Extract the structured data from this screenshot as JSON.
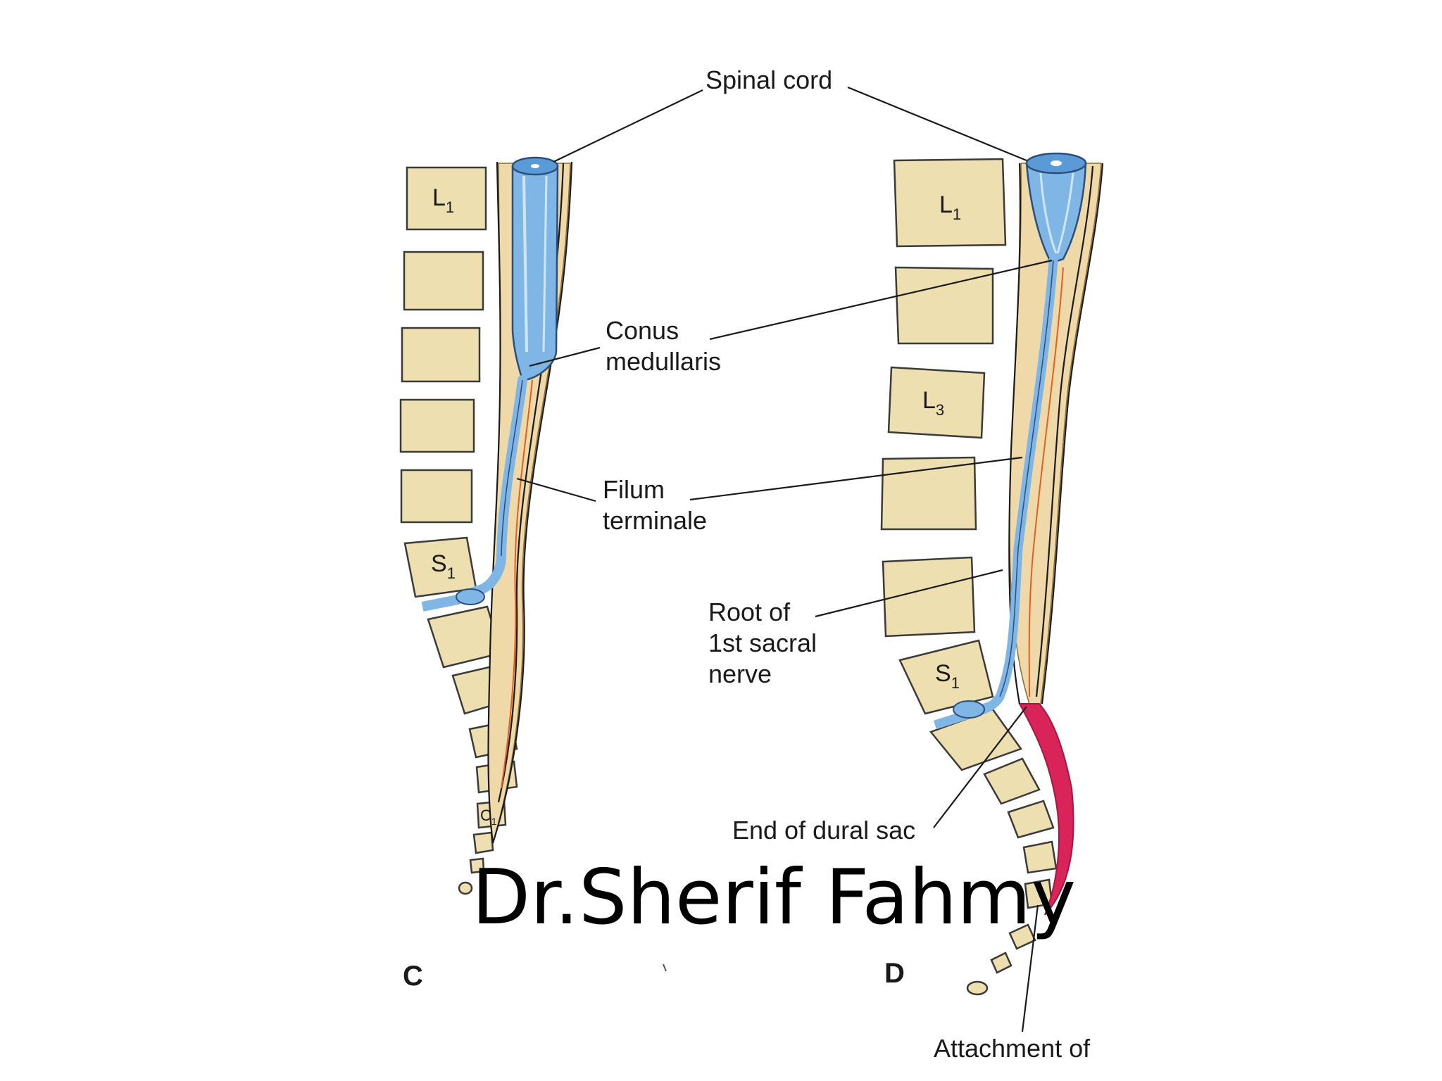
{
  "labels": {
    "spinal_cord": "Spinal cord",
    "conus_line1": "Conus",
    "conus_line2": "medullaris",
    "filum_line1": "Filum",
    "filum_line2": "terminale",
    "root_line1": "Root of",
    "root_line2": "1st sacral",
    "root_line3": "nerve",
    "dural_sac": "End of dural sac",
    "attachment_line1": "Attachment of"
  },
  "panels": {
    "left": "C",
    "right": "D"
  },
  "vertebra_labels": {
    "left_L1": "L",
    "left_L1_sub": "1",
    "left_S1": "S",
    "left_S1_sub": "1",
    "left_C1": "C",
    "left_C1_sub": "1",
    "right_L1": "L",
    "right_L1_sub": "1",
    "right_L3": "L",
    "right_L3_sub": "3",
    "right_S1": "S",
    "right_S1_sub": "1"
  },
  "watermark": "Dr.Sherif Fahmy",
  "colors": {
    "cord_blue": "#7fb6e6",
    "dura_red": "#d9245a",
    "csf_tan": "#f0d9a8",
    "bone": "#eedfb0"
  }
}
